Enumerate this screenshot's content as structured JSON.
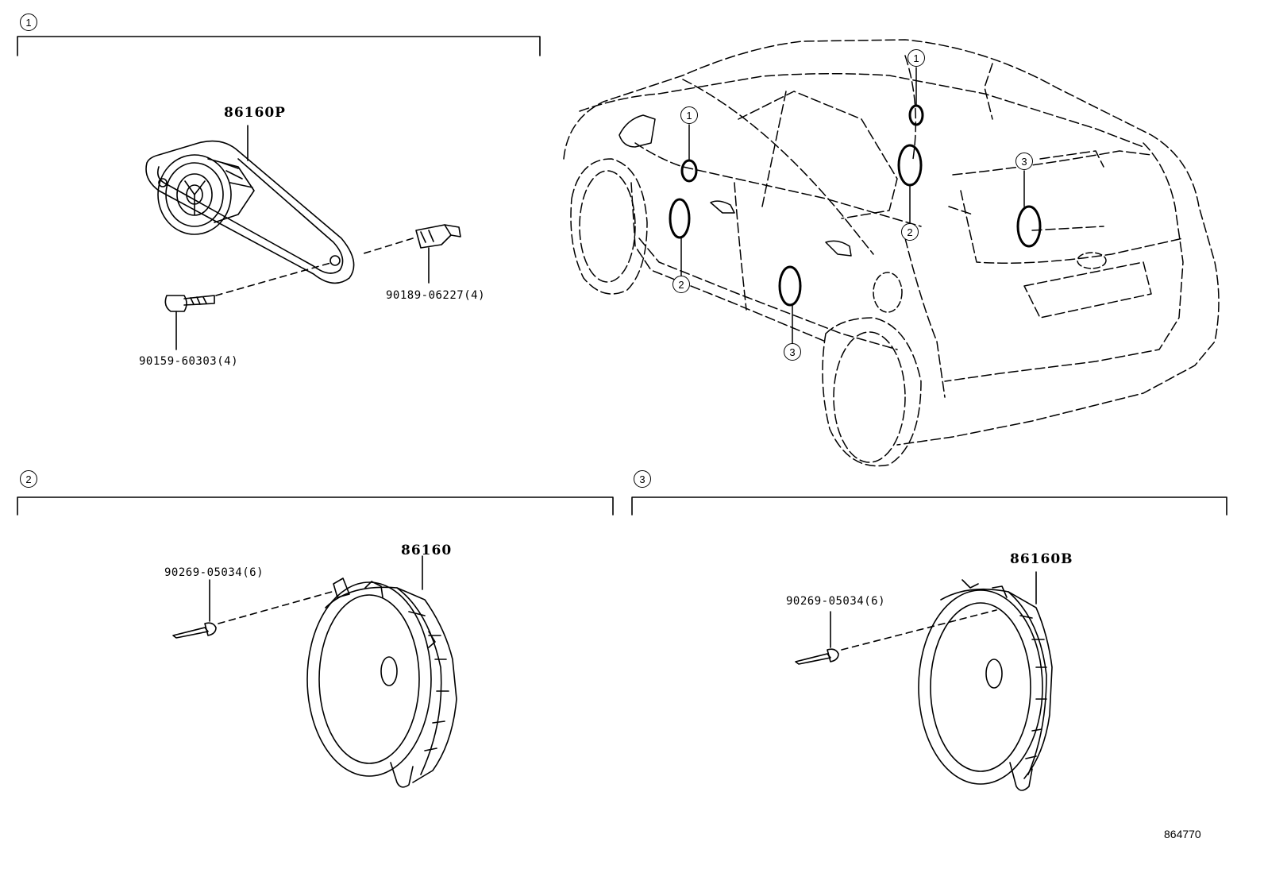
{
  "sections": [
    {
      "id": "1",
      "part_main": "86160P",
      "fasteners": [
        "90189-06227(4)",
        "90159-60303(4)"
      ]
    },
    {
      "id": "2",
      "part_main": "86160",
      "fasteners": [
        "90269-05034(6)"
      ]
    },
    {
      "id": "3",
      "part_main": "86160B",
      "fasteners": [
        "90269-05034(6)"
      ]
    }
  ],
  "car_callouts": [
    "1",
    "1",
    "2",
    "2",
    "3",
    "3"
  ],
  "diagram_id": "864770"
}
